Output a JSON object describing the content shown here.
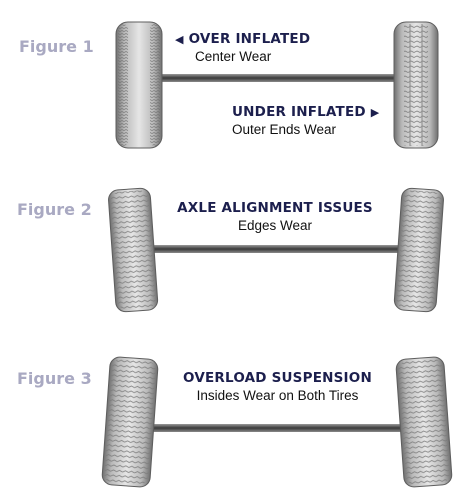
{
  "figures": [
    {
      "label": "Figure 1",
      "captions": [
        {
          "title": "OVER INFLATED",
          "subtitle": "Center Wear",
          "arrow": "◀"
        },
        {
          "title": "UNDER INFLATED",
          "subtitle": "Outer Ends Wear",
          "arrow": "▶"
        }
      ]
    },
    {
      "label": "Figure 2",
      "captions": [
        {
          "title": "AXLE ALIGNMENT ISSUES",
          "subtitle": "Edges Wear"
        }
      ]
    },
    {
      "label": "Figure 3",
      "captions": [
        {
          "title": "OVERLOAD SUSPENSION",
          "subtitle": "Insides Wear on Both Tires"
        }
      ]
    }
  ],
  "colors": {
    "figure_label": "#a9a9c2",
    "title": "#1c1f4d",
    "subtitle": "#111111",
    "tire_light": "#d8d8d8",
    "tire_dark": "#6e6e6e",
    "axle": "#4a4a4a"
  }
}
